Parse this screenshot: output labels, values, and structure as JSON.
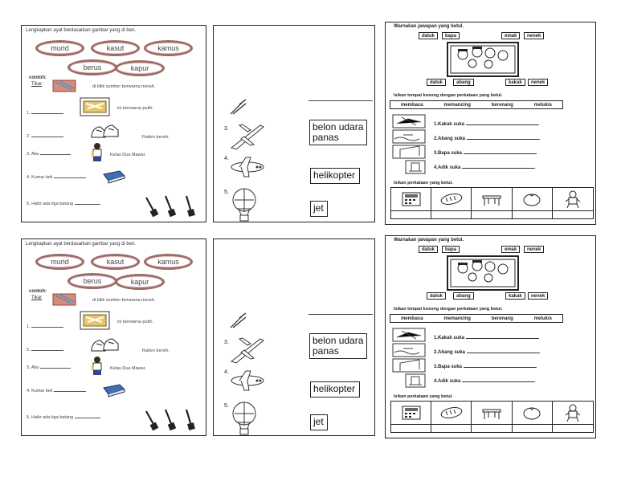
{
  "sheet_a": {
    "title": "Lengkapkan ayat berdasarkan gambar yang di beri.",
    "words": [
      "murid",
      "kasut",
      "kamus",
      "berus",
      "kapur"
    ],
    "example_label": "contoh:",
    "example_answer": "Tikar",
    "example_text": "di bilik sumber berwarna merah.",
    "q1_num": "1.",
    "q1_text": "ini berwarna putih.",
    "q2_num": "2.",
    "q2_text": "Rahim bersih.",
    "q3_num": "3.",
    "q3_pre": "Abu",
    "q3_text": "Kelas Dua Mawar.",
    "q4_num": "4.",
    "q4_pre": "Kumar beli",
    "q5_num": "5.",
    "q5_text": "Hafiz ada tiga batang"
  },
  "sheet_b": {
    "num3": "3.",
    "num4": "4.",
    "num5": "5.",
    "box1": "belon udara panas",
    "box2": "helikopter",
    "box3": "jet"
  },
  "sheet_c": {
    "title": "Warnakan jawapan yang betul.",
    "top_left": [
      "datuk",
      "bapa"
    ],
    "top_right": [
      "emak",
      "nenek"
    ],
    "bottom_left": [
      "datuk",
      "abang"
    ],
    "bottom_right": [
      "kakak",
      "nenek"
    ],
    "instr1": "Isikan tempat kosong dengan perkataan yang betul.",
    "wordbar": [
      "membaca",
      "memancing",
      "berenang",
      "melukis"
    ],
    "s1": "1.Kakak suka",
    "s2": "2.Abang suka",
    "s3": "3.Bapa suka",
    "s4": "4.Adik suka",
    "instr2": "Isikan perkataan yang betul."
  }
}
